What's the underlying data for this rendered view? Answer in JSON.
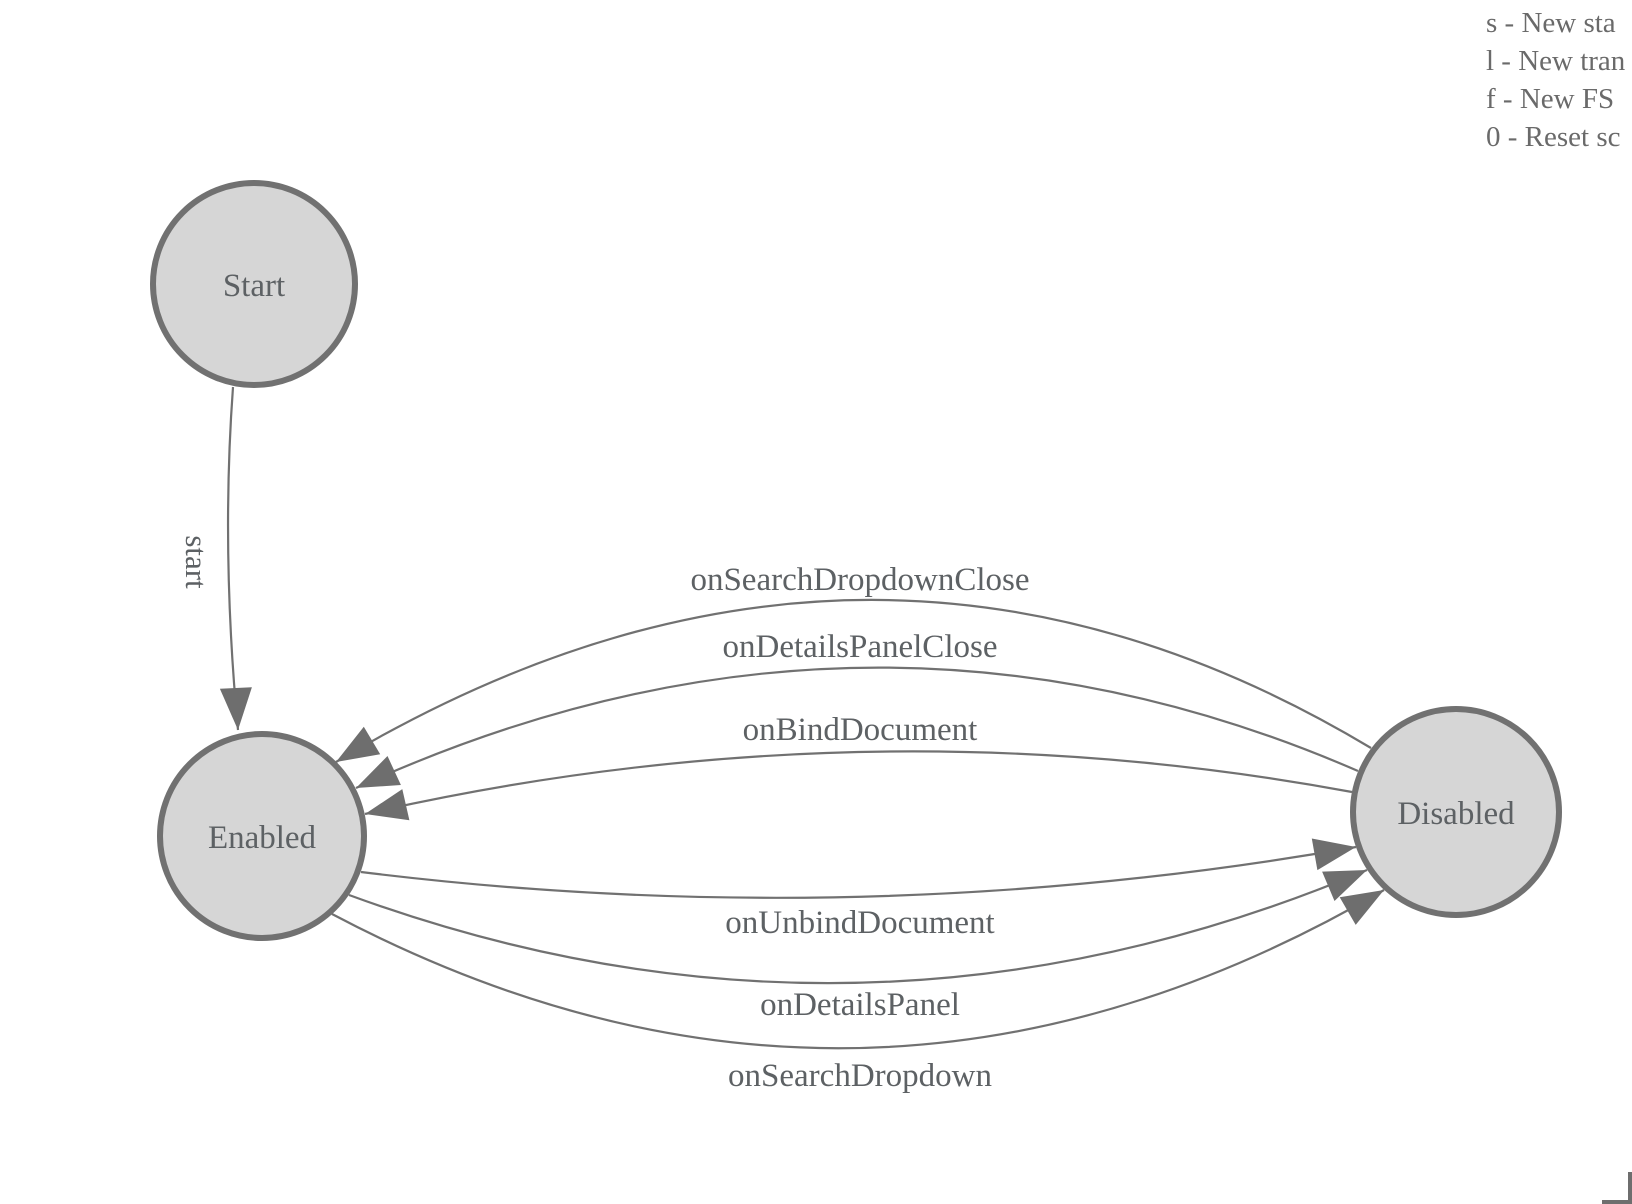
{
  "diagram_type": "finite-state-machine",
  "states": [
    {
      "label": "Start"
    },
    {
      "label": "Enabled"
    },
    {
      "label": "Disabled"
    }
  ],
  "transitions": [
    {
      "label": "start",
      "from": "Start",
      "to": "Enabled"
    },
    {
      "label": "onSearchDropdownClose",
      "from": "Disabled",
      "to": "Enabled"
    },
    {
      "label": "onDetailsPanelClose",
      "from": "Disabled",
      "to": "Enabled"
    },
    {
      "label": "onBindDocument",
      "from": "Disabled",
      "to": "Enabled"
    },
    {
      "label": "onUnbindDocument",
      "from": "Enabled",
      "to": "Disabled"
    },
    {
      "label": "onDetailsPanel",
      "from": "Enabled",
      "to": "Disabled"
    },
    {
      "label": "onSearchDropdown",
      "from": "Enabled",
      "to": "Disabled"
    }
  ],
  "legend": {
    "items": [
      "s - New sta",
      "l - New tran",
      "f - New FS",
      "0 - Reset sc"
    ]
  },
  "colors": {
    "node_fill": "#d6d6d6",
    "node_stroke": "#717171",
    "edge_stroke": "#717171",
    "arrow_fill": "#6e6e6e",
    "label_text": "#5d6164",
    "legend_text": "#6a6a6a",
    "background": "#ffffff"
  }
}
